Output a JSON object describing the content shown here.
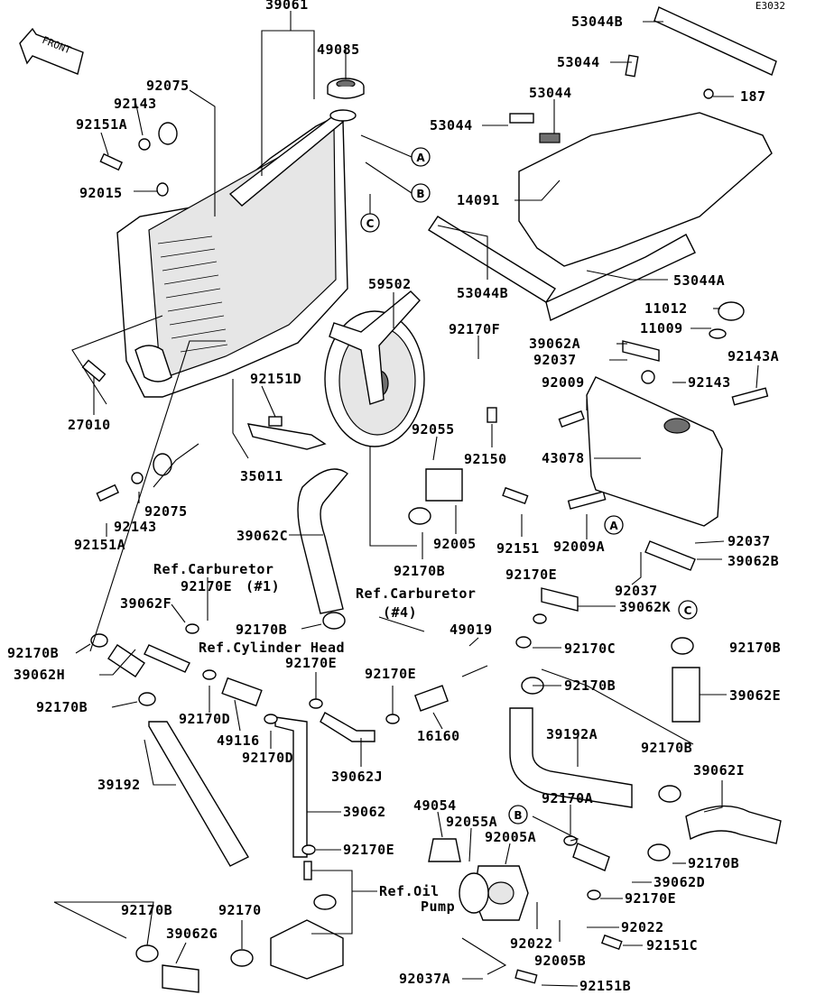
{
  "diagram_code": "E3032",
  "front_label": "FRONT",
  "labels": {
    "p39061": "39061",
    "p49085": "49085",
    "p92075_top": "92075",
    "p92143_top": "92143",
    "p92151A_top": "92151A",
    "p92015": "92015",
    "p27010": "27010",
    "p59502": "59502",
    "p92170F": "92170F",
    "p92151D": "92151D",
    "p35011": "35011",
    "p92055": "92055",
    "p92150": "92150",
    "p92075_bot": "92075",
    "p92143_bot": "92143",
    "p92151A_bot": "92151A",
    "p39062C": "39062C",
    "p92005": "92005",
    "p92151": "92151",
    "p92170B_1": "92170B",
    "p53044B_top": "53044B",
    "p53044_1": "53044",
    "p53044_2": "53044",
    "p53044_3": "53044",
    "p187": "187",
    "p14091": "14091",
    "p53044B_bot": "53044B",
    "p53044A": "53044A",
    "p11012": "11012",
    "p11009": "11009",
    "p39062A": "39062A",
    "p92037_1": "92037",
    "p92143A": "92143A",
    "p92009": "92009",
    "p92143_r": "92143",
    "p43078": "43078",
    "p92009A": "92009A",
    "p92037_2": "92037",
    "p92037_3": "92037",
    "p39062B": "39062B",
    "ref_carb1_a": "Ref.Carburetor",
    "ref_carb1_b": "(#1)",
    "p92170E_1": "92170E",
    "p39062F": "39062F",
    "p92170B_2": "92170B",
    "p39062H": "39062H",
    "p92170B_3": "92170B",
    "ref_cyl": "Ref.Cylinder Head",
    "p92170B_4": "92170B",
    "p92170E_2": "92170E",
    "p92170D_1": "92170D",
    "p49116": "49116",
    "p92170D_2": "92170D",
    "ref_carb4_a": "Ref.Carburetor",
    "ref_carb4_b": "(#4)",
    "p92170E_3": "92170E",
    "p39062K": "39062K",
    "p49019": "49019",
    "p92170C": "92170C",
    "p92170E_4": "92170E",
    "p92170B_5": "92170B",
    "p16160": "16160",
    "p39062J": "39062J",
    "p39192A": "39192A",
    "p92170B_6": "92170B",
    "p39062E": "39062E",
    "p92170B_7": "92170B",
    "p39192": "39192",
    "p39062": "39062",
    "p92170E_5": "92170E",
    "p49054": "49054",
    "p92055A": "92055A",
    "p92005A": "92005A",
    "p92170A": "92170A",
    "p39062I": "39062I",
    "p92170B_8": "92170B",
    "p39062D": "39062D",
    "p92170E_6": "92170E",
    "ref_oil_a": "Ref.Oil",
    "ref_oil_b": "Pump",
    "p92022_1": "92022",
    "p92022_2": "92022",
    "p92005B": "92005B",
    "p92151C": "92151C",
    "p92170B_9": "92170B",
    "p92170": "92170",
    "p39062G": "39062G",
    "p92037A": "92037A",
    "p92151B": "92151B"
  },
  "callouts": {
    "A1": "A",
    "B1": "B",
    "C1": "C",
    "A2": "A",
    "C2": "C",
    "B2": "B"
  }
}
